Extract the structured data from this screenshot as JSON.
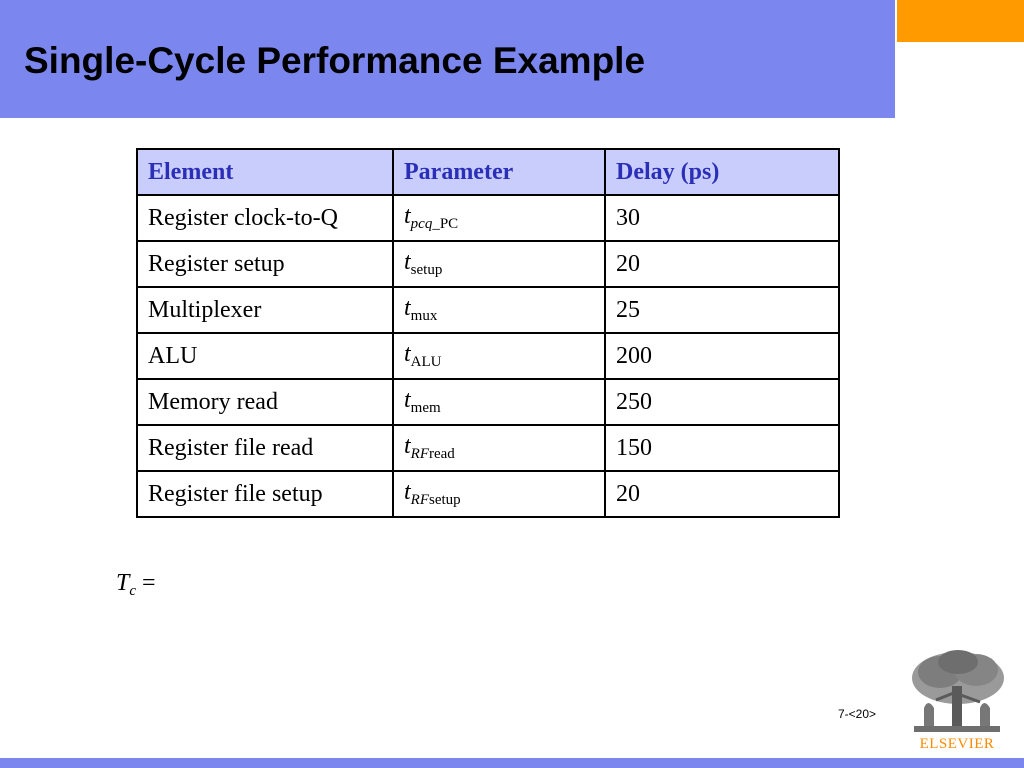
{
  "slide": {
    "title": "Single-Cycle Performance Example",
    "page_number": "7-<20>",
    "publisher": "ELSEVIER"
  },
  "table": {
    "headers": [
      "Element",
      "Parameter",
      "Delay (ps)"
    ],
    "rows": [
      {
        "element": "Register clock-to-Q",
        "param_base": "t",
        "param_sub_italic": "pcq",
        "param_sub": "_PC",
        "delay": "30"
      },
      {
        "element": "Register setup",
        "param_base": "t",
        "param_sub_italic": "",
        "param_sub": "setup",
        "delay": "20"
      },
      {
        "element": "Multiplexer",
        "param_base": "t",
        "param_sub_italic": "",
        "param_sub": "mux",
        "delay": "25"
      },
      {
        "element": "ALU",
        "param_base": "t",
        "param_sub_italic": "",
        "param_sub": "ALU",
        "delay": "200"
      },
      {
        "element": "Memory read",
        "param_base": "t",
        "param_sub_italic": "",
        "param_sub": "mem",
        "delay": "250"
      },
      {
        "element": "Register file read",
        "param_base": "t",
        "param_sub_italic": "RF",
        "param_sub": "read",
        "delay": "150"
      },
      {
        "element": "Register file setup",
        "param_base": "t",
        "param_sub_italic": "RF",
        "param_sub": "setup",
        "delay": "20"
      }
    ]
  },
  "equation": {
    "base": "T",
    "sub": "c",
    "rest": " ="
  },
  "colors": {
    "title_bar": "#7b86ef",
    "orange": "#ff9a00",
    "header_bg": "#c9cdfb",
    "header_text": "#2b2fb8"
  }
}
